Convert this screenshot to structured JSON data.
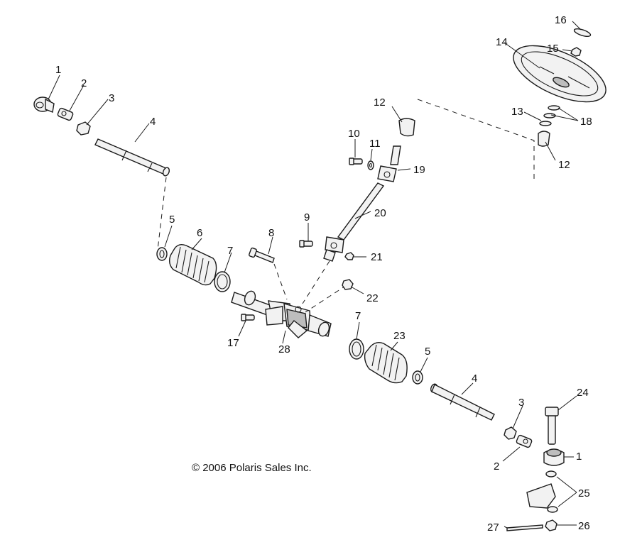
{
  "copyright": "© 2006 Polaris Sales Inc.",
  "callouts": [
    {
      "id": "c1a",
      "text": "1"
    },
    {
      "id": "c2a",
      "text": "2"
    },
    {
      "id": "c3a",
      "text": "3"
    },
    {
      "id": "c4a",
      "text": "4"
    },
    {
      "id": "c5a",
      "text": "5"
    },
    {
      "id": "c6",
      "text": "6"
    },
    {
      "id": "c7a",
      "text": "7"
    },
    {
      "id": "c8",
      "text": "8"
    },
    {
      "id": "c9",
      "text": "9"
    },
    {
      "id": "c10",
      "text": "10"
    },
    {
      "id": "c11",
      "text": "11"
    },
    {
      "id": "c12a",
      "text": "12"
    },
    {
      "id": "c12b",
      "text": "12"
    },
    {
      "id": "c13",
      "text": "13"
    },
    {
      "id": "c14",
      "text": "14"
    },
    {
      "id": "c15",
      "text": "15"
    },
    {
      "id": "c16",
      "text": "16"
    },
    {
      "id": "c17",
      "text": "17"
    },
    {
      "id": "c18",
      "text": "18"
    },
    {
      "id": "c19",
      "text": "19"
    },
    {
      "id": "c20",
      "text": "20"
    },
    {
      "id": "c21",
      "text": "21"
    },
    {
      "id": "c22",
      "text": "22"
    },
    {
      "id": "c7b",
      "text": "7"
    },
    {
      "id": "c23",
      "text": "23"
    },
    {
      "id": "c5b",
      "text": "5"
    },
    {
      "id": "c4b",
      "text": "4"
    },
    {
      "id": "c24",
      "text": "24"
    },
    {
      "id": "c3b",
      "text": "3"
    },
    {
      "id": "c1b",
      "text": "1"
    },
    {
      "id": "c2b",
      "text": "2"
    },
    {
      "id": "c25",
      "text": "25"
    },
    {
      "id": "c26",
      "text": "26"
    },
    {
      "id": "c27",
      "text": "27"
    },
    {
      "id": "c28",
      "text": "28"
    }
  ]
}
